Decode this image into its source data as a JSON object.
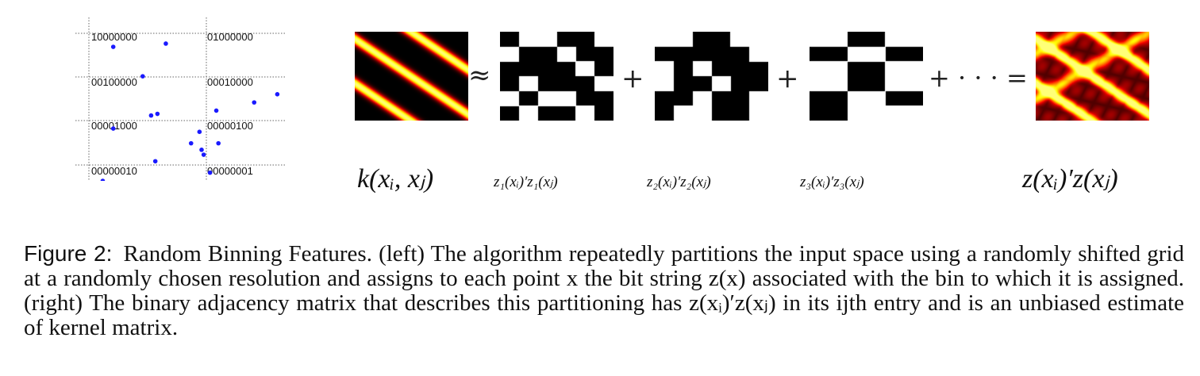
{
  "grid": {
    "labels": [
      "10000000",
      "01000000",
      "00100000",
      "00010000",
      "00001000",
      "00000100",
      "00000010",
      "00000001"
    ],
    "point_color": "#1a1aff",
    "points": [
      [
        0.18,
        0.18
      ],
      [
        0.43,
        0.16
      ],
      [
        0.32,
        0.36
      ],
      [
        0.36,
        0.6
      ],
      [
        0.39,
        0.59
      ],
      [
        0.67,
        0.57
      ],
      [
        0.85,
        0.52
      ],
      [
        0.96,
        0.47
      ],
      [
        0.18,
        0.68
      ],
      [
        0.59,
        0.7
      ],
      [
        0.55,
        0.77
      ],
      [
        0.68,
        0.77
      ],
      [
        0.6,
        0.81
      ],
      [
        0.61,
        0.84
      ],
      [
        0.38,
        0.88
      ],
      [
        0.64,
        0.95
      ],
      [
        0.13,
        1.0
      ]
    ]
  },
  "operators": {
    "approx": "≈",
    "plus1": "+",
    "plus2": "+",
    "plus_dots": "+ · · · ="
  },
  "labels": {
    "kernel": "k(xᵢ, xⱼ)",
    "z1": "z₁(xᵢ)′z₁(xⱼ)",
    "z2": "z₂(xᵢ)′z₂(xⱼ)",
    "z3": "z₃(xᵢ)′z₃(xⱼ)",
    "approx_result": "z(xᵢ)′z(xⱼ)"
  },
  "caption": {
    "figure_number": "Figure 2:",
    "text": "Random Binning Features. (left) The algorithm repeatedly partitions the input space using a randomly shifted grid at a randomly chosen resolution and assigns to each point x the bit string z(x) associated with the bin to which it is assigned. (right) The binary adjacency matrix that describes this partitioning has z(xᵢ)′z(xⱼ) in its ijth entry and is an unbiased estimate of kernel matrix."
  }
}
